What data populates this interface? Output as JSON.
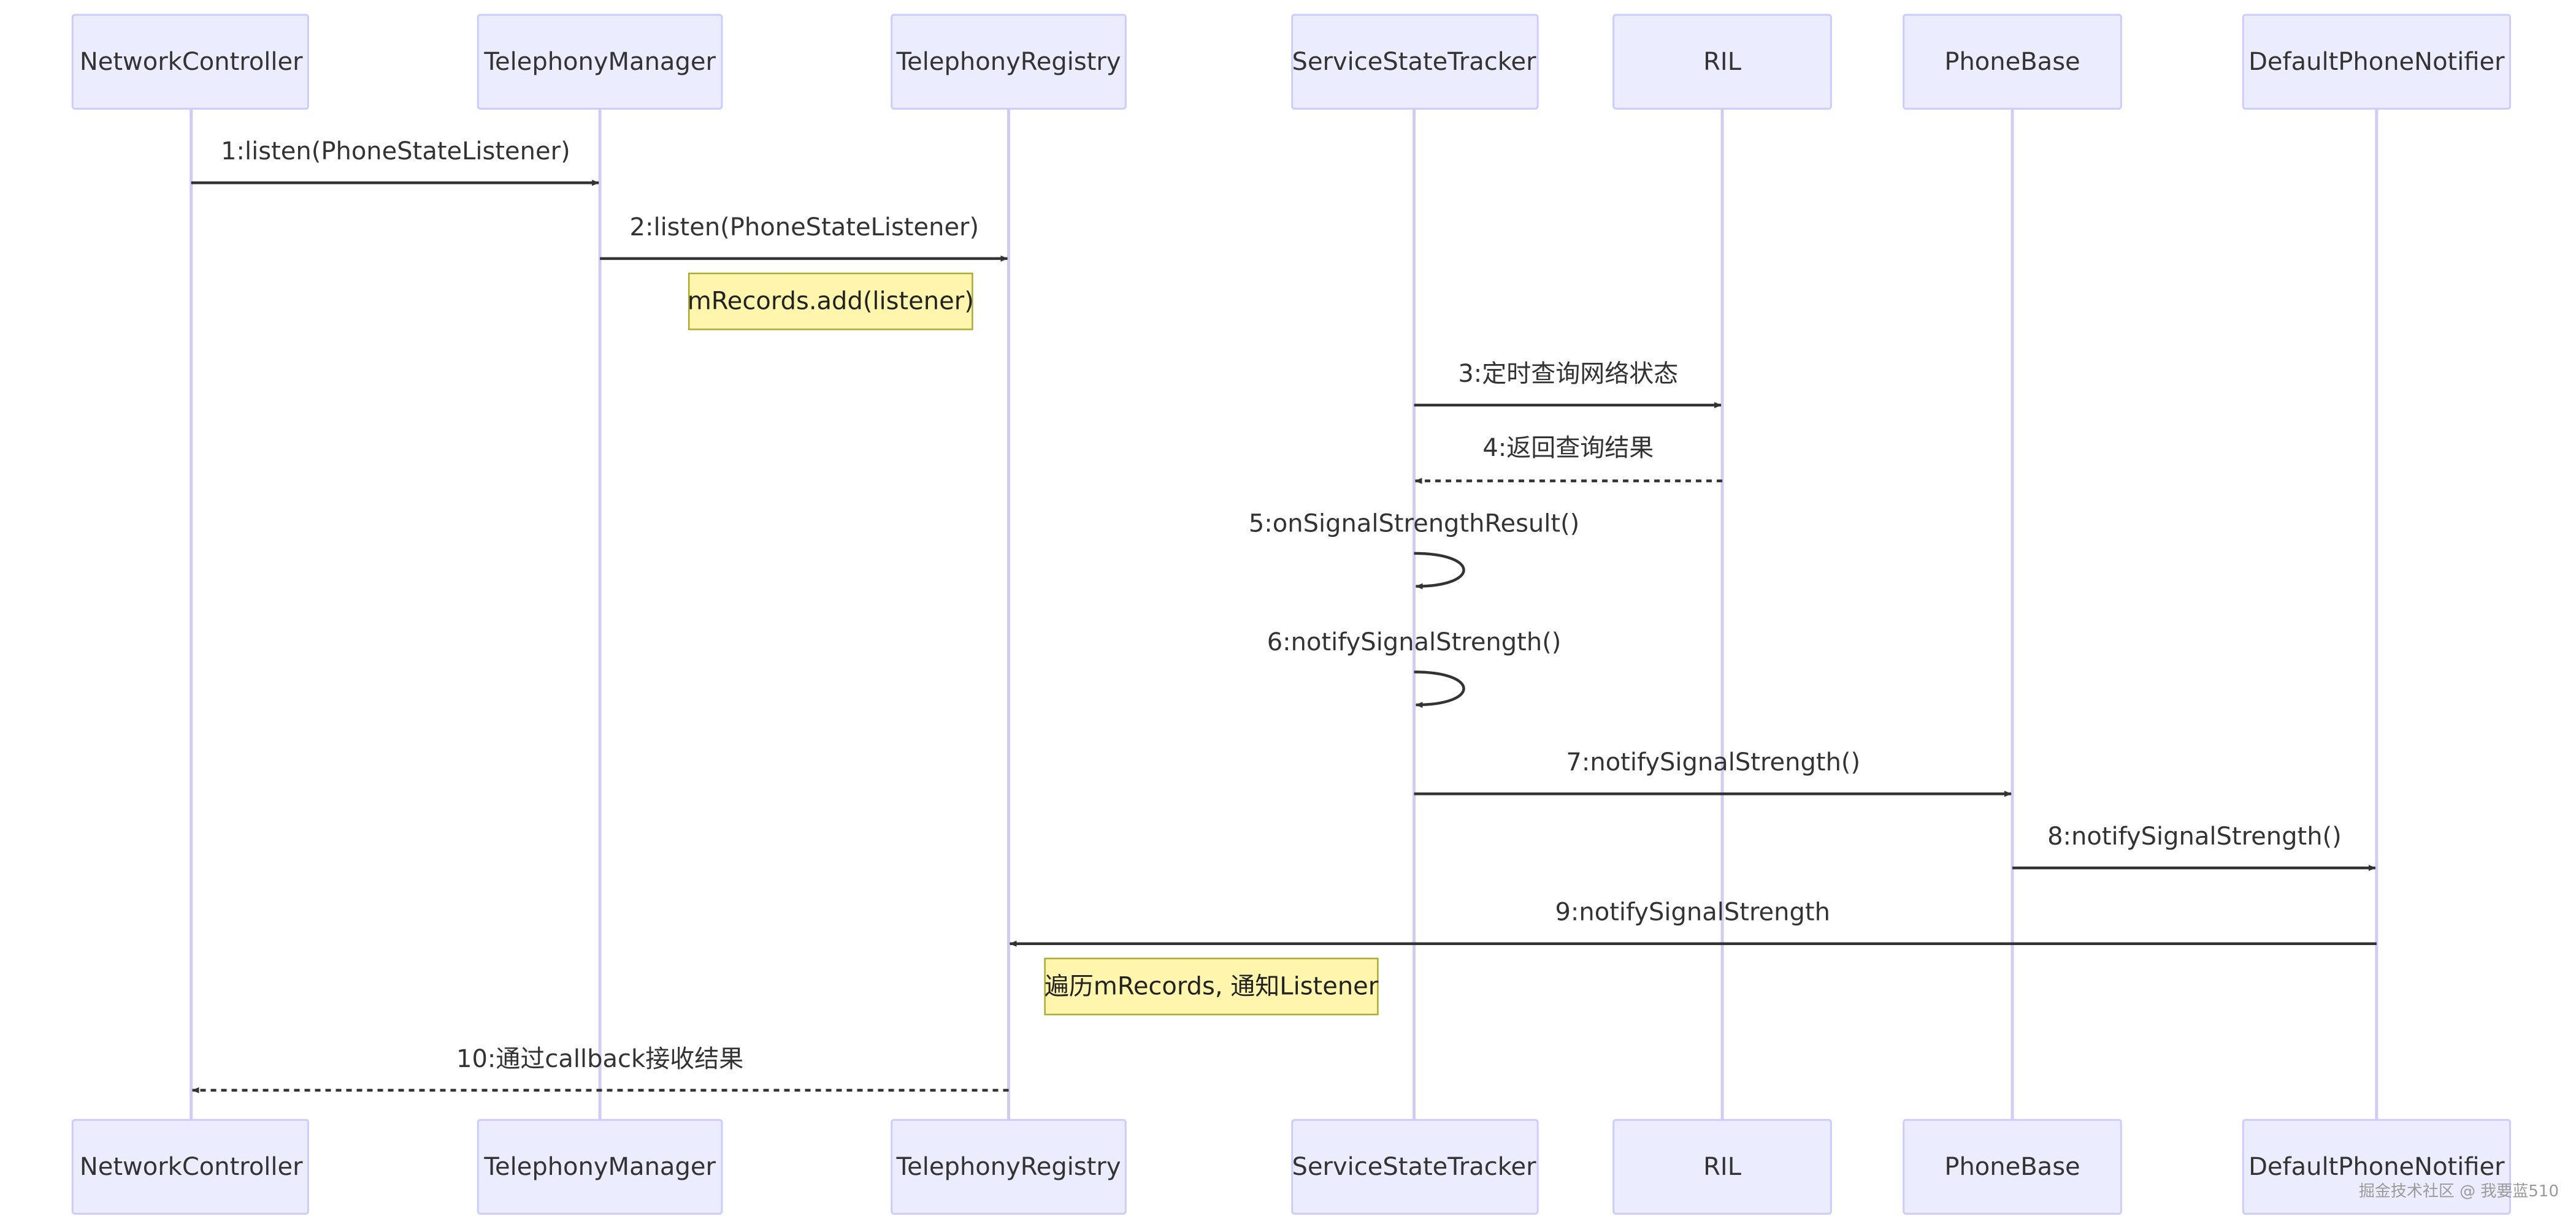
{
  "colors": {
    "actor_fill": "#ececff",
    "actor_border": "#ccccff",
    "lifeline": "#d0ccf2",
    "message": "#333333",
    "note_fill": "#fff5ad",
    "note_border": "#aaaa33"
  },
  "actors": [
    "NetworkController",
    "TelephonyManager",
    "TelephonyRegistry",
    "ServiceStateTracker",
    "RIL",
    "PhoneBase",
    "DefaultPhoneNotifier"
  ],
  "messages": [
    {
      "from": 0,
      "to": 1,
      "label": "1:listen(PhoneStateListener)",
      "style": "solid"
    },
    {
      "from": 1,
      "to": 2,
      "label": "2:listen(PhoneStateListener)",
      "style": "solid"
    },
    {
      "from": 3,
      "to": 4,
      "label": "3:定时查询网络状态",
      "style": "solid"
    },
    {
      "from": 4,
      "to": 3,
      "label": "4:返回查询结果",
      "style": "dashed"
    },
    {
      "from": 3,
      "to": 3,
      "label": "5:onSignalStrengthResult()",
      "style": "solid"
    },
    {
      "from": 3,
      "to": 3,
      "label": "6:notifySignalStrength()",
      "style": "solid"
    },
    {
      "from": 3,
      "to": 5,
      "label": "7:notifySignalStrength()",
      "style": "solid"
    },
    {
      "from": 5,
      "to": 6,
      "label": "8:notifySignalStrength()",
      "style": "solid"
    },
    {
      "from": 6,
      "to": 2,
      "label": "9:notifySignalStrength",
      "style": "solid"
    },
    {
      "from": 2,
      "to": 0,
      "label": "10:通过callback接收结果",
      "style": "dashed"
    }
  ],
  "notes": [
    {
      "text": "mRecords.add(listener)"
    },
    {
      "text": "遍历mRecords, 通知Listener"
    }
  ],
  "watermark": "掘金技术社区 @ 我要蓝510"
}
